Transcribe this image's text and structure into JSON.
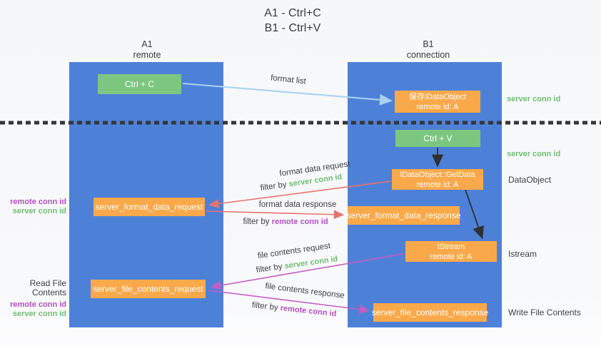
{
  "title": {
    "line1": "A1 - Ctrl+C",
    "line2": "B1 - Ctrl+V"
  },
  "columns": {
    "a": {
      "id": "A1",
      "role": "remote"
    },
    "b": {
      "id": "B1",
      "role": "connection"
    }
  },
  "nodes": {
    "ctrl_c": "Ctrl + C",
    "ctrl_v": "Ctrl + V",
    "save_dataobject": {
      "line1": "保存IDataObject",
      "line2": "remote id: A"
    },
    "getdata": {
      "line1": "IDataObject::GetData",
      "line2": "remote id: A"
    },
    "istream": {
      "line1": "IStream",
      "line2": "remote id: A"
    },
    "format_request": "server_format_data_request",
    "format_response": "server_format_data_response",
    "file_request": "server_file_contents_request",
    "file_response": "server_file_contents_response"
  },
  "labels": {
    "format_list": "format list",
    "format_data_request": "format data request",
    "format_data_response": "format data response",
    "file_contents_request": "file contents request",
    "file_contents_response": "file contents response",
    "filter_by": "filter by ",
    "server_conn_id": "server conn id",
    "remote_conn_id": "remote conn id",
    "read_file_contents": "Read File Contents",
    "write_file_contents": "Write File Contents",
    "dataobject": "DataObject",
    "istream": "Istream"
  },
  "colors": {
    "lane_blue": "#4d81d8",
    "node_green": "#7cc77f",
    "node_orange": "#f9a94a",
    "arrow_red": "#e8736e",
    "arrow_magenta": "#c45ec4",
    "arrow_lightblue": "#a9d2f0",
    "arrow_black": "#2f2f2f",
    "text_green": "#6dbf70",
    "text_purple": "#b14fc0",
    "text_dark": "#3f3f3f"
  }
}
